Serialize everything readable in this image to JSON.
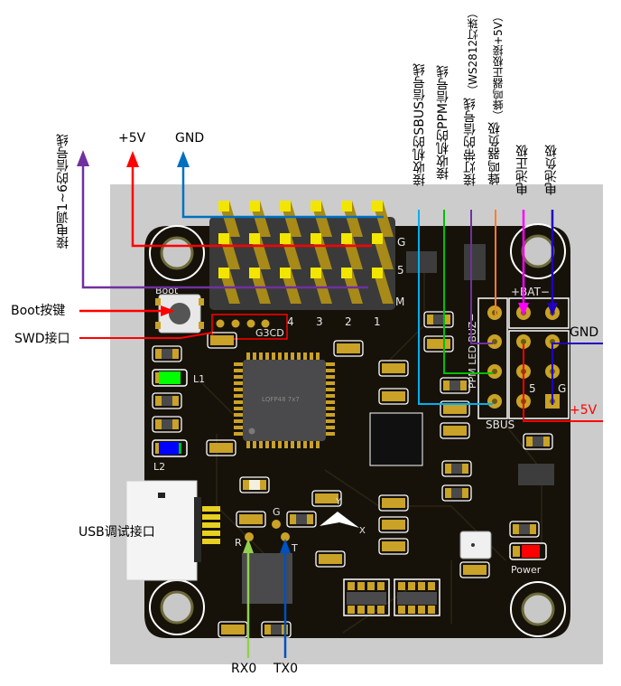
{
  "title": "Flight controller PCB pinout diagram",
  "colors": {
    "background": "#ffffff",
    "board_backdrop": "#cccccc",
    "pcb": "#16120a",
    "pad_gold": "#c9a227",
    "pin_gold": "#d4b01e",
    "silkscreen": "#ffffff",
    "esc_signal": "#7030a0",
    "plus5v": "#ff0000",
    "gnd_top": "#0070c0",
    "sbus": "#00b0f0",
    "ppm": "#00c000",
    "led": "#7030a0",
    "buzzer": "#ff7f27",
    "bat_plus": "#ff00ff",
    "bat_minus": "#2000c0",
    "gnd_right": "#2000c0",
    "plus5v_right": "#ff0000",
    "rx0": "#92d050",
    "tx0": "#0050c0",
    "boot": "#ff0000",
    "swd": "#ff0000"
  },
  "callouts": {
    "esc_signal": "接电调1~6的信号线",
    "plus5v_top": "+5V",
    "gnd_top": "GND",
    "sbus": "接收机的SBUS信号线",
    "ppm": "接收机的PPM信号线",
    "led": "接灯带的信号线",
    "led_note": "（WS2812灯珠）",
    "buzzer": "蜂鸣器负极",
    "buzzer_note": "（蜂鸣器正极接+5V）",
    "bat_plus": "电池正极",
    "bat_minus": "电池负极",
    "boot": "Boot按键",
    "swd": "SWD接口",
    "gnd_right": "GND",
    "plus5v_right": "+5V",
    "usb": "USB调试接口",
    "rx0": "RX0",
    "tx0": "TX0"
  },
  "silkscreen": {
    "boot": "Boot",
    "header_rows": [
      "G",
      "5",
      "M"
    ],
    "header_cols": [
      "4",
      "3",
      "2",
      "1"
    ],
    "swd": "G3CD",
    "led1": "L1",
    "led2": "L2",
    "mcu": "LQFP48  7x7",
    "bat": "+BAT−",
    "right_header_left": "PPM LED BUZ−",
    "sbus": "SBUS",
    "five": "5",
    "g": "G",
    "uart_g": "G",
    "uart_r": "R",
    "uart_t": "T",
    "axis_y": "Y",
    "axis_x": "X",
    "power": "Power"
  }
}
